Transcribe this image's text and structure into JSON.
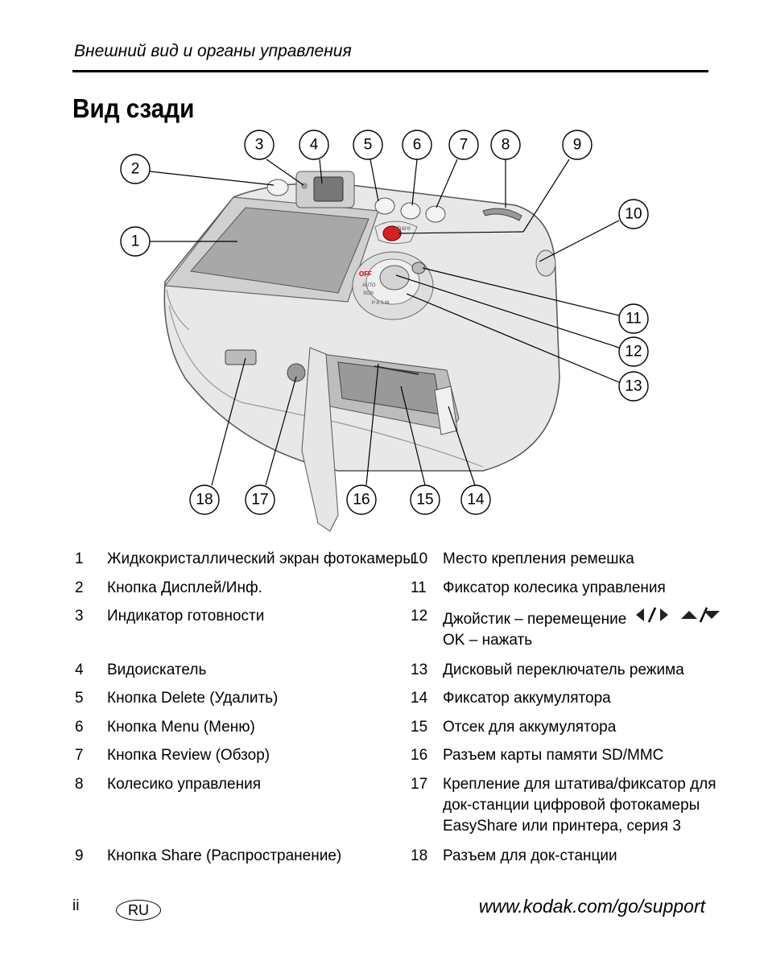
{
  "header": {
    "section": "Внешний вид и органы управления"
  },
  "page_title": "Вид сзади",
  "figure": {
    "callouts": [
      "1",
      "2",
      "3",
      "4",
      "5",
      "6",
      "7",
      "8",
      "9",
      "10",
      "11",
      "12",
      "13",
      "14",
      "15",
      "16",
      "17",
      "18"
    ],
    "camera_labels": {
      "off": "OFF",
      "share": "share",
      "auto": "AUTO",
      "scn": "SCN",
      "modes": "P A S M"
    }
  },
  "legend": [
    {
      "n": "1",
      "text": "Жидкокристаллический экран фотокамеры"
    },
    {
      "n": "2",
      "text": "Кнопка Дисплей/Инф."
    },
    {
      "n": "3",
      "text": "Индикатор готовности"
    },
    {
      "n": "4",
      "text": "Видоискатель"
    },
    {
      "n": "5",
      "text": "Кнопка Delete (Удалить)"
    },
    {
      "n": "6",
      "text": "Кнопка Menu (Меню)"
    },
    {
      "n": "7",
      "text": "Кнопка Review (Обзор)"
    },
    {
      "n": "8",
      "text": "Колесико управления"
    },
    {
      "n": "9",
      "text": "Кнопка Share (Распространение)"
    },
    {
      "n": "10",
      "text": "Место крепления ремешка"
    },
    {
      "n": "11",
      "text": "Фиксатор колесика управления"
    },
    {
      "n": "12",
      "text": "Джойстик – перемещение",
      "text2": "OK – нажать"
    },
    {
      "n": "13",
      "text": "Дисковый переключатель режима"
    },
    {
      "n": "14",
      "text": "Фиксатор аккумулятора"
    },
    {
      "n": "15",
      "text": "Отсек для аккумулятора"
    },
    {
      "n": "16",
      "text": "Разъем карты памяти SD/MMC"
    },
    {
      "n": "17",
      "text": "Крепление для штатива/фиксатор для",
      "text2": "док-станции цифровой фотокамеры",
      "text3": "EasyShare или принтера, серия 3"
    },
    {
      "n": "18",
      "text": "Разъем для док-станции"
    }
  ],
  "footer": {
    "page": "ii",
    "lang": "RU",
    "url": "www.kodak.com/go/support"
  }
}
